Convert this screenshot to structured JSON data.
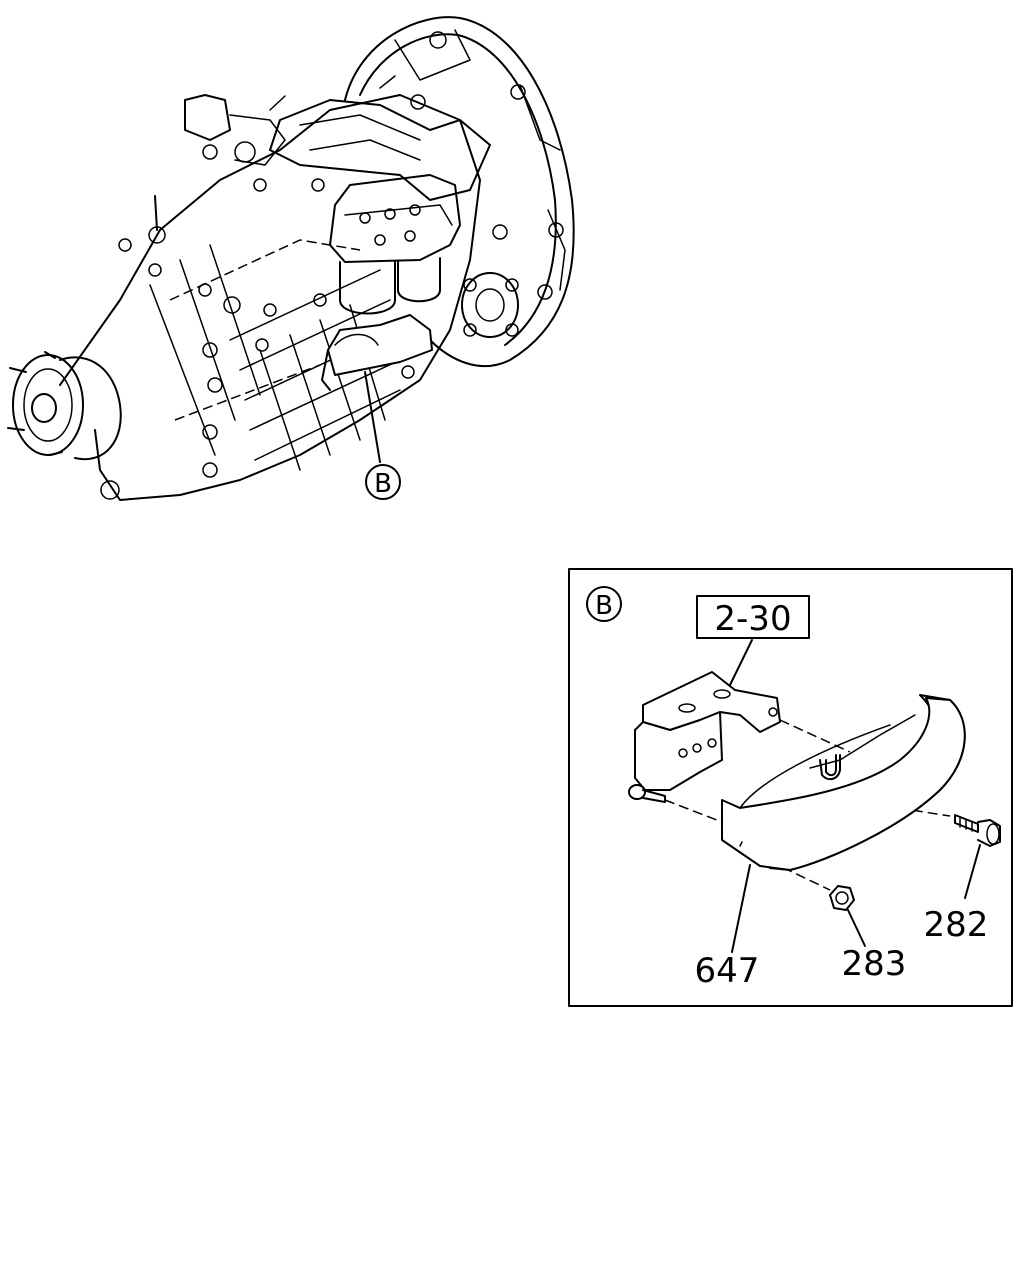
{
  "callouts": {
    "main_view_callout": "B",
    "detail_view_callout": "B"
  },
  "detail": {
    "reference_box": "2-30",
    "parts": {
      "guard": "647",
      "nut": "283",
      "bolt": "282"
    }
  }
}
